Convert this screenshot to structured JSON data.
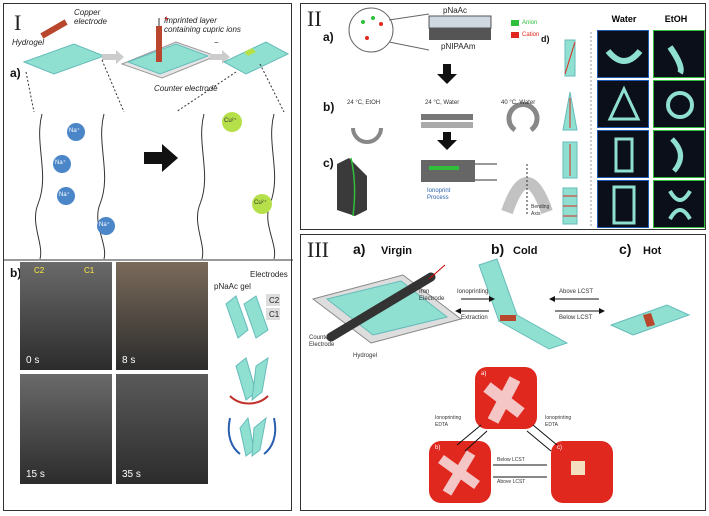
{
  "panel1": {
    "roman": "I",
    "label_a": "a)",
    "label_b": "b)",
    "copper_electrode": "Copper\nelectrode",
    "imprinted_layer": "Imprinted layer\ncontaining cupric ions",
    "hydrogel": "Hydrogel",
    "counter_electrode": "Counter electrode",
    "plus": "+",
    "minus": "−",
    "na_ion": "Na⁺",
    "cu_ion": "Cu²⁺",
    "pnaac_gel": "pNaAc gel",
    "electrodes": "Electrodes",
    "c1": "C1",
    "c2": "C2",
    "times": [
      "0 s",
      "8 s",
      "15 s",
      "35 s"
    ]
  },
  "panel2": {
    "roman": "II",
    "label_a": "a)",
    "label_b": "b)",
    "label_c": "c)",
    "label_d": "d)",
    "pnaac": "pNaAc",
    "pnipaam": "pNIPAAm",
    "anion": "Anion",
    "cation": "Cation",
    "cond1": "24 °C, EtOH",
    "cond2": "24 °C, Water",
    "cond3": "40 °C, Water",
    "ionoprint": "Ionoprint\nProcess",
    "bending_axis": "Bending\nAxis",
    "water": "Water",
    "etoh": "EtOH"
  },
  "panel3": {
    "roman": "III",
    "label_a": "a)",
    "label_b": "b)",
    "label_c": "c)",
    "virgin": "Virgin",
    "cold": "Cold",
    "hot": "Hot",
    "iron_electrode": "Iron\nElectrode",
    "counter_electrode": "Counter\nElectrode",
    "hydrogel": "Hydrogel",
    "ionoprinting": "Ionoprinting",
    "extraction": "Extraction",
    "above_lcst": "Above LCST",
    "below_lcst": "Below LCST",
    "sq_a": "a)",
    "sq_b": "b)",
    "sq_c": "c)",
    "arrow_left": "Ionoprinting\nEDTA",
    "arrow_right": "Ionoprinting\nEDTA",
    "bottom_below": "Below LCST",
    "bottom_above": "Above LCST"
  },
  "colors": {
    "hydrogel": "#8fe0d0",
    "copper": "#b8472e",
    "na_ion": "#4a86c8",
    "cu_ion": "#b6e04a",
    "red_square": "#e0281e",
    "anion": "#2fbf3b",
    "cation": "#e0281e"
  }
}
